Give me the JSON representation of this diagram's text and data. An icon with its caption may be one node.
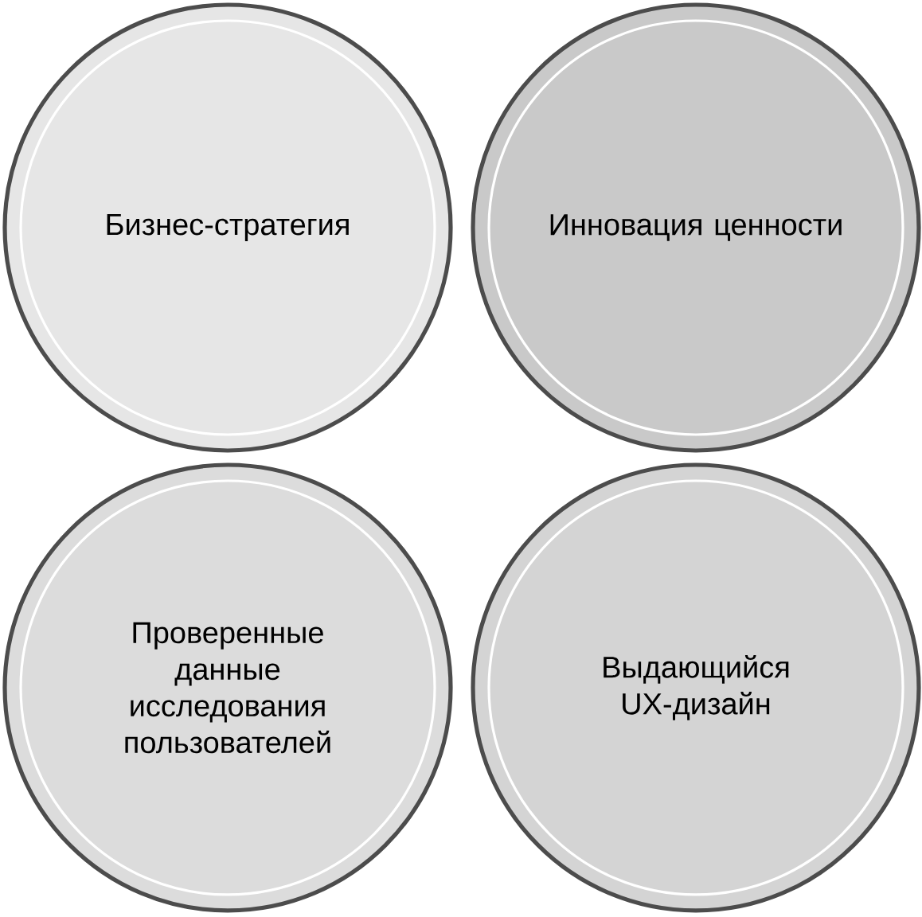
{
  "diagram": {
    "nodes": [
      {
        "text": [
          "Бизнес-стратегия"
        ]
      },
      {
        "text": [
          "Инновация ценности"
        ]
      },
      {
        "text": [
          "Проверенные данные исследования пользователей"
        ]
      },
      {
        "text": [
          "Выдающийся UX-дизайн"
        ]
      }
    ]
  }
}
